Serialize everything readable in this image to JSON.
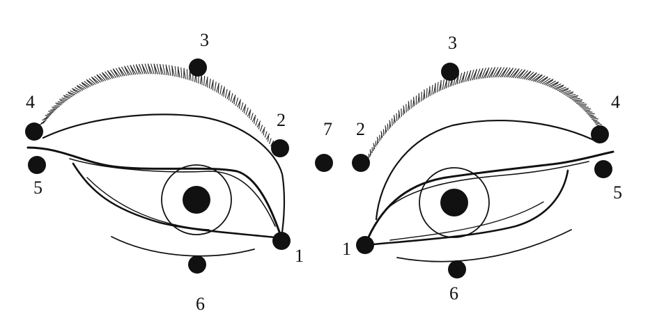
{
  "colors": {
    "ink": "#111111",
    "paper": "#ffffff"
  },
  "points": [
    {
      "id": "r1",
      "label": "1"
    },
    {
      "id": "r2",
      "label": "2"
    },
    {
      "id": "r3",
      "label": "3"
    },
    {
      "id": "r4",
      "label": "4"
    },
    {
      "id": "r5",
      "label": "5"
    },
    {
      "id": "r6",
      "label": "6"
    },
    {
      "id": "l1",
      "label": "1"
    },
    {
      "id": "l2",
      "label": "2"
    },
    {
      "id": "l3",
      "label": "3"
    },
    {
      "id": "l4",
      "label": "4"
    },
    {
      "id": "l5",
      "label": "5"
    },
    {
      "id": "l6",
      "label": "6"
    },
    {
      "id": "c7",
      "label": "7"
    }
  ]
}
